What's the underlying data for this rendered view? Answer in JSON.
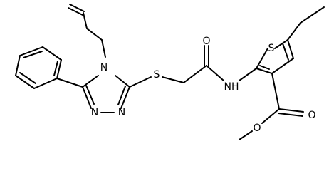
{
  "diagram": {
    "kind": "chemical-structure",
    "atoms": {
      "S_thioether": "S",
      "O_carbonyl_amide": "O",
      "N_amide": "NH",
      "S_thiophene": "S",
      "N_triazole_4": "N",
      "N_triazole_1": "N",
      "N_triazole_2": "N",
      "O_ester_carbonyl": "O",
      "O_ester_oxygen": "O"
    }
  }
}
